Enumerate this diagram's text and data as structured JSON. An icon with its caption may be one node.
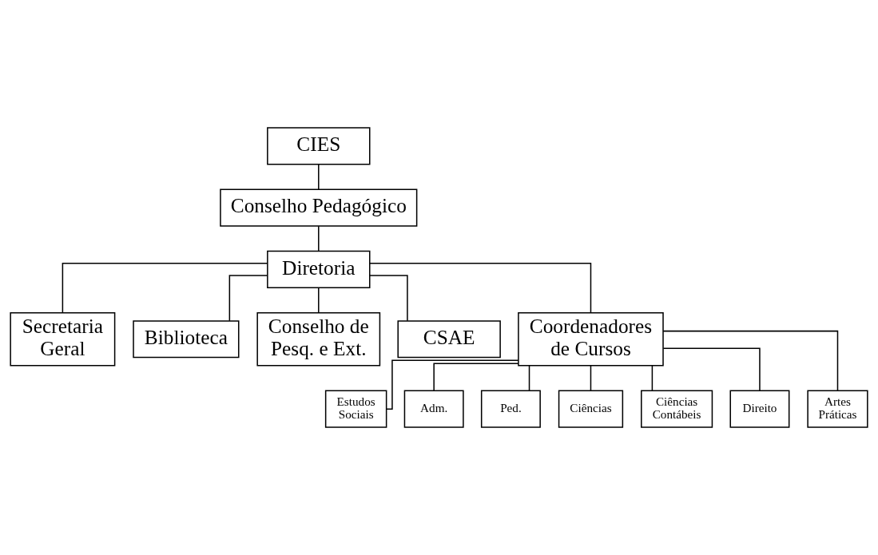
{
  "diagram": {
    "nodes": [
      {
        "text": [
          "CIES"
        ]
      },
      {
        "text": [
          "Conselho Pedagógico"
        ]
      },
      {
        "text": [
          "Diretoria"
        ]
      },
      {
        "text": [
          "Secretaria Geral"
        ]
      },
      {
        "text": [
          "Biblioteca"
        ]
      },
      {
        "text": [
          "Conselho de Pesq. e Ext."
        ]
      },
      {
        "text": [
          "CSAE"
        ]
      },
      {
        "text": [
          "Coordenadores de Cursos"
        ]
      },
      {
        "text": [
          "Estudos Sociais"
        ]
      },
      {
        "text": [
          "Adm."
        ]
      },
      {
        "text": [
          "Ped."
        ]
      },
      {
        "text": [
          "Ciências"
        ]
      },
      {
        "text": [
          "Ciências Contábeis"
        ]
      },
      {
        "text": [
          "Direito"
        ]
      },
      {
        "text": [
          "Artes Práticas"
        ]
      }
    ],
    "edges": [
      {
        "from": 0,
        "to": 1,
        "arrow": "none"
      },
      {
        "from": 1,
        "to": 2,
        "arrow": "none"
      },
      {
        "from": 2,
        "to": 3,
        "arrow": "none"
      },
      {
        "from": 2,
        "to": 4,
        "arrow": "none"
      },
      {
        "from": 2,
        "to": 5,
        "arrow": "none"
      },
      {
        "from": 2,
        "to": 6,
        "arrow": "none"
      },
      {
        "from": 2,
        "to": 7,
        "arrow": "none"
      },
      {
        "from": 7,
        "to": 8,
        "arrow": "none"
      },
      {
        "from": 7,
        "to": 9,
        "arrow": "none"
      },
      {
        "from": 7,
        "to": 10,
        "arrow": "none"
      },
      {
        "from": 7,
        "to": 11,
        "arrow": "none"
      },
      {
        "from": 7,
        "to": 12,
        "arrow": "none"
      },
      {
        "from": 7,
        "to": 13,
        "arrow": "none"
      },
      {
        "from": 7,
        "to": 14,
        "arrow": "none"
      }
    ]
  }
}
